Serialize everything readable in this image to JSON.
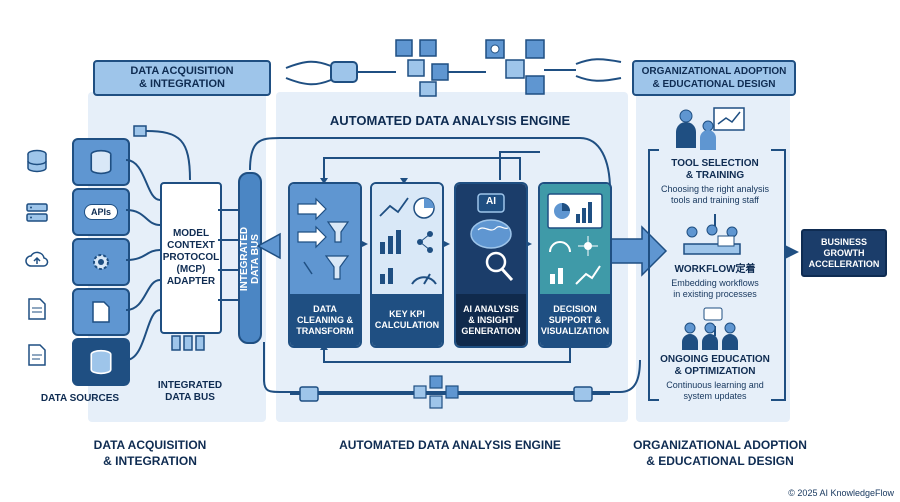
{
  "headers": {
    "acquisition": "DATA ACQUISITION\n& INTEGRATION",
    "organizational": "ORGANIZATIONAL ADOPTION\n& EDUCATIONAL DESIGN"
  },
  "engine_title_top": "AUTOMATED DATA ANALYSIS ENGINE",
  "sources": {
    "apis_label": "APIs",
    "data_sources_label": "DATA SOURCES",
    "integrated_bus_label": "INTEGRATED\nDATA BUS"
  },
  "mcp_adapter": "MODEL\nCONTEXT\nPROTOCOL\n(MCP)\nADAPTER",
  "data_bus_vertical": "INTEGRATED DATA BUS",
  "engine_cards": [
    {
      "label": "DATA\nCLEANING &\nTRANSFORM"
    },
    {
      "label": "KEY KPI\nCALCULATION"
    },
    {
      "label": "AI ANALYSIS\n& INSIGHT\nGENERATION",
      "badge": "AI"
    },
    {
      "label": "DECISION\nSUPPORT &\nVISUALIZATION"
    }
  ],
  "org_steps": [
    {
      "title": "TOOL SELECTION\n& TRAINING",
      "desc": "Choosing the right analysis\ntools and training staff"
    },
    {
      "title": "WORKFLOW定着",
      "desc": "Embedding workflows\nin existing processes"
    },
    {
      "title": "ONGOING EDUCATION\n& OPTIMIZATION",
      "desc": "Continuous learning and\nsystem updates"
    }
  ],
  "outcome": "BUSINESS\nGROWTH\nACCELERATION",
  "bottom_titles": {
    "acquisition": "DATA ACQUISITION\n& INTEGRATION",
    "engine": "AUTOMATED DATA ANALYSIS ENGINE",
    "organizational": "ORGANIZATIONAL ADOPTION\n& EDUCATIONAL DESIGN"
  },
  "footer": "© 2025 AI KnowledgeFlow",
  "colors": {
    "navy": "#1f4f82",
    "dark_navy": "#1b3d6a",
    "mid_blue": "#5f96d1",
    "light_blue": "#9ec5ea",
    "panel": "#e6eff9",
    "teal": "#3f9aa8"
  }
}
